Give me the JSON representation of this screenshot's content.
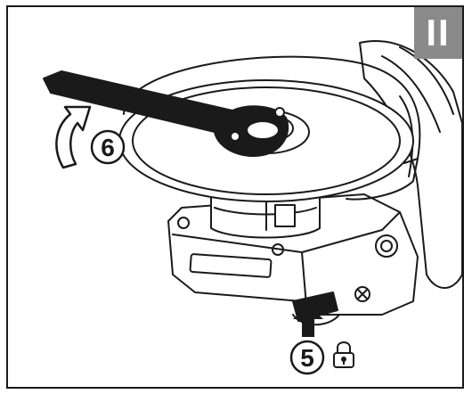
{
  "panel": {
    "label": "II"
  },
  "callouts": [
    {
      "number": "6",
      "description_icon": "rotation-arrow-icon"
    },
    {
      "number": "5",
      "description_icon": "lock-icon"
    }
  ],
  "icons": {
    "rotation_arrow": "curved-arrow-icon",
    "push_arrow": "arrow-up-icon",
    "lock": "padlock-icon"
  },
  "colors": {
    "line": "#1a1a1a",
    "badge": "#8a8a8a",
    "background": "#ffffff"
  }
}
